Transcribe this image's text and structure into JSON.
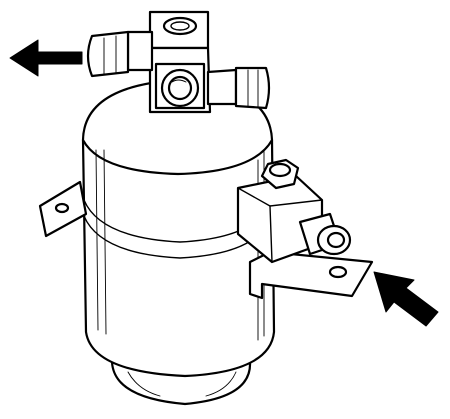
{
  "diagram": {
    "ink_color": "#000000",
    "background_color": "#ffffff",
    "arrows": [
      {
        "name": "outlet-arrow",
        "direction": "left"
      },
      {
        "name": "inlet-arrow",
        "direction": "up-left"
      }
    ]
  }
}
